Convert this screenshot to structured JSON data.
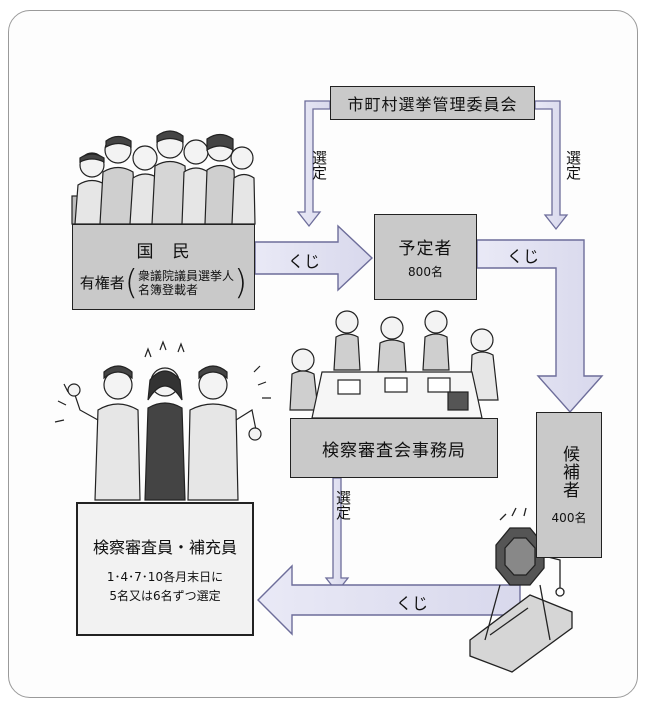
{
  "nodes": {
    "committee": "市町村選挙管理委員会",
    "kokumin": {
      "title": "国　民",
      "voters_label": "有権者",
      "voters_note_line1": "衆議院議員選挙人",
      "voters_note_line2": "名簿登載者"
    },
    "yoteisha": {
      "title": "予定者",
      "count": "800名"
    },
    "jimukyoku": "検察審査会事務局",
    "kohosha": {
      "title": "候補者",
      "count": "400名"
    },
    "shinsain": {
      "title": "検察審査員・補充員",
      "note_line1": "1･4･7･10各月末日に",
      "note_line2": "5名又は6名ずつ選定"
    }
  },
  "edge_labels": {
    "select_left": "選定",
    "select_right": "選定",
    "lottery_1": "くじ",
    "lottery_2": "くじ",
    "select_bottom": "選定",
    "lottery_3": "くじ"
  },
  "colors": {
    "box_fill": "#c9c9c9",
    "arrow_fill": "#e4e4f2",
    "arrow_stroke": "#6d6d9a"
  }
}
